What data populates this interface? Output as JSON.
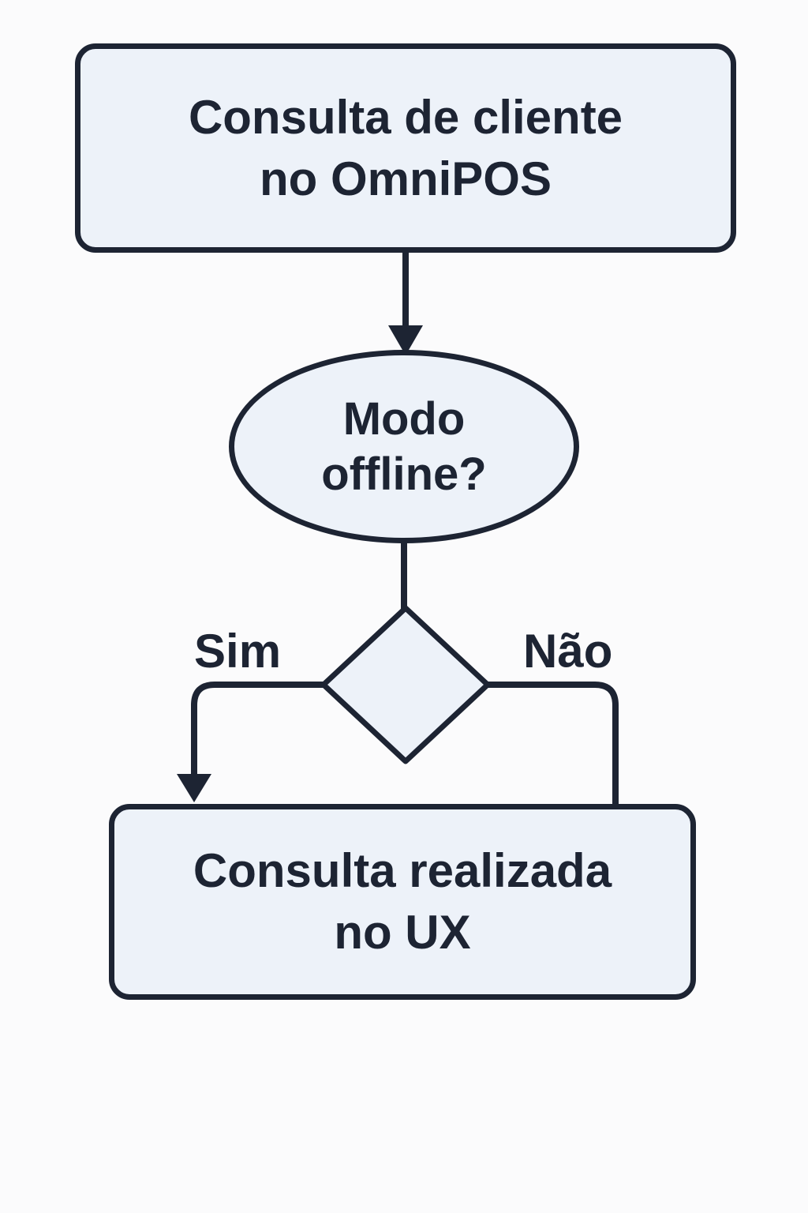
{
  "diagram": {
    "type": "flowchart",
    "nodes": [
      {
        "id": "start",
        "shape": "rounded-rect",
        "label": "Consulta de cliente\nno OmniPOS"
      },
      {
        "id": "check",
        "shape": "ellipse",
        "label": "Modo\noffline?"
      },
      {
        "id": "decision",
        "shape": "diamond",
        "label": ""
      },
      {
        "id": "end",
        "shape": "rounded-rect",
        "label": "Consulta realizada\nno UX"
      }
    ],
    "edges": [
      {
        "from": "start",
        "to": "check",
        "label": ""
      },
      {
        "from": "check",
        "to": "decision",
        "label": ""
      },
      {
        "from": "decision",
        "to": "end",
        "label": "Sim"
      },
      {
        "from": "decision",
        "to": "end",
        "label": "Não"
      }
    ]
  },
  "colors": {
    "ink": "#1d2433",
    "node_fill": "#edf2f9",
    "background": "#fbfbfc"
  }
}
